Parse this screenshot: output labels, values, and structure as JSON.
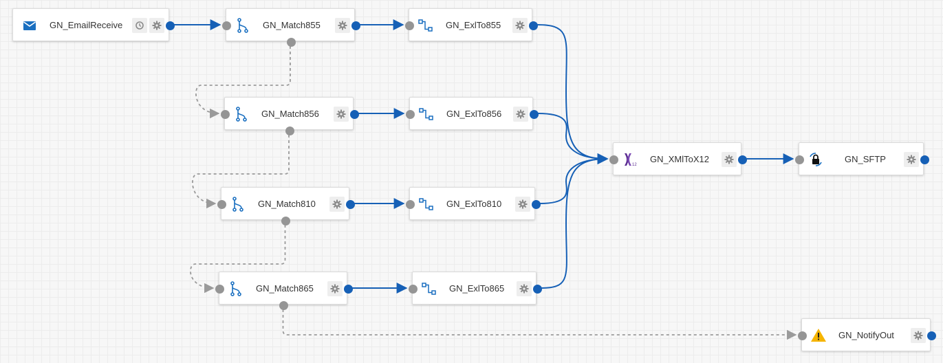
{
  "nodes": [
    {
      "id": "email",
      "label": "GN_EmailReceive",
      "icon": "envelope-icon"
    },
    {
      "id": "m855",
      "label": "GN_Match855",
      "icon": "branch-icon"
    },
    {
      "id": "e855",
      "label": "GN_ExlTo855",
      "icon": "map-icon"
    },
    {
      "id": "m856",
      "label": "GN_Match856",
      "icon": "branch-icon"
    },
    {
      "id": "e856",
      "label": "GN_ExlTo856",
      "icon": "map-icon"
    },
    {
      "id": "x12",
      "label": "GN_XMlToX12",
      "icon": "x12-icon"
    },
    {
      "id": "sftp",
      "label": "GN_SFTP",
      "icon": "sftp-lock-icon"
    },
    {
      "id": "m810",
      "label": "GN_Match810",
      "icon": "branch-icon"
    },
    {
      "id": "e810",
      "label": "GN_ExlTo810",
      "icon": "map-icon"
    },
    {
      "id": "m865",
      "label": "GN_Match865",
      "icon": "branch-icon"
    },
    {
      "id": "e865",
      "label": "GN_ExlTo865",
      "icon": "map-icon"
    },
    {
      "id": "notify",
      "label": "GN_NotifyOut",
      "icon": "warning-icon"
    }
  ],
  "connections": [
    {
      "from": "email",
      "to": "m855",
      "kind": "success"
    },
    {
      "from": "m855",
      "to": "e855",
      "kind": "success"
    },
    {
      "from": "e855",
      "to": "x12",
      "kind": "success"
    },
    {
      "from": "m855",
      "to": "m856",
      "kind": "failure"
    },
    {
      "from": "m856",
      "to": "e856",
      "kind": "success"
    },
    {
      "from": "e856",
      "to": "x12",
      "kind": "success"
    },
    {
      "from": "m856",
      "to": "m810",
      "kind": "failure"
    },
    {
      "from": "m810",
      "to": "e810",
      "kind": "success"
    },
    {
      "from": "e810",
      "to": "x12",
      "kind": "success"
    },
    {
      "from": "m810",
      "to": "m865",
      "kind": "failure"
    },
    {
      "from": "m865",
      "to": "e865",
      "kind": "success"
    },
    {
      "from": "e865",
      "to": "x12",
      "kind": "success"
    },
    {
      "from": "m865",
      "to": "notify",
      "kind": "failure"
    },
    {
      "from": "x12",
      "to": "sftp",
      "kind": "success"
    }
  ],
  "colors": {
    "success_edge": "#1660b6",
    "failure_edge": "#9a9a9a",
    "output_port": "#1660b6",
    "input_port": "#959595",
    "icon_blue": "#1a6fc0",
    "x12_purple": "#5b2d91",
    "warning_yellow": "#f5b400"
  }
}
